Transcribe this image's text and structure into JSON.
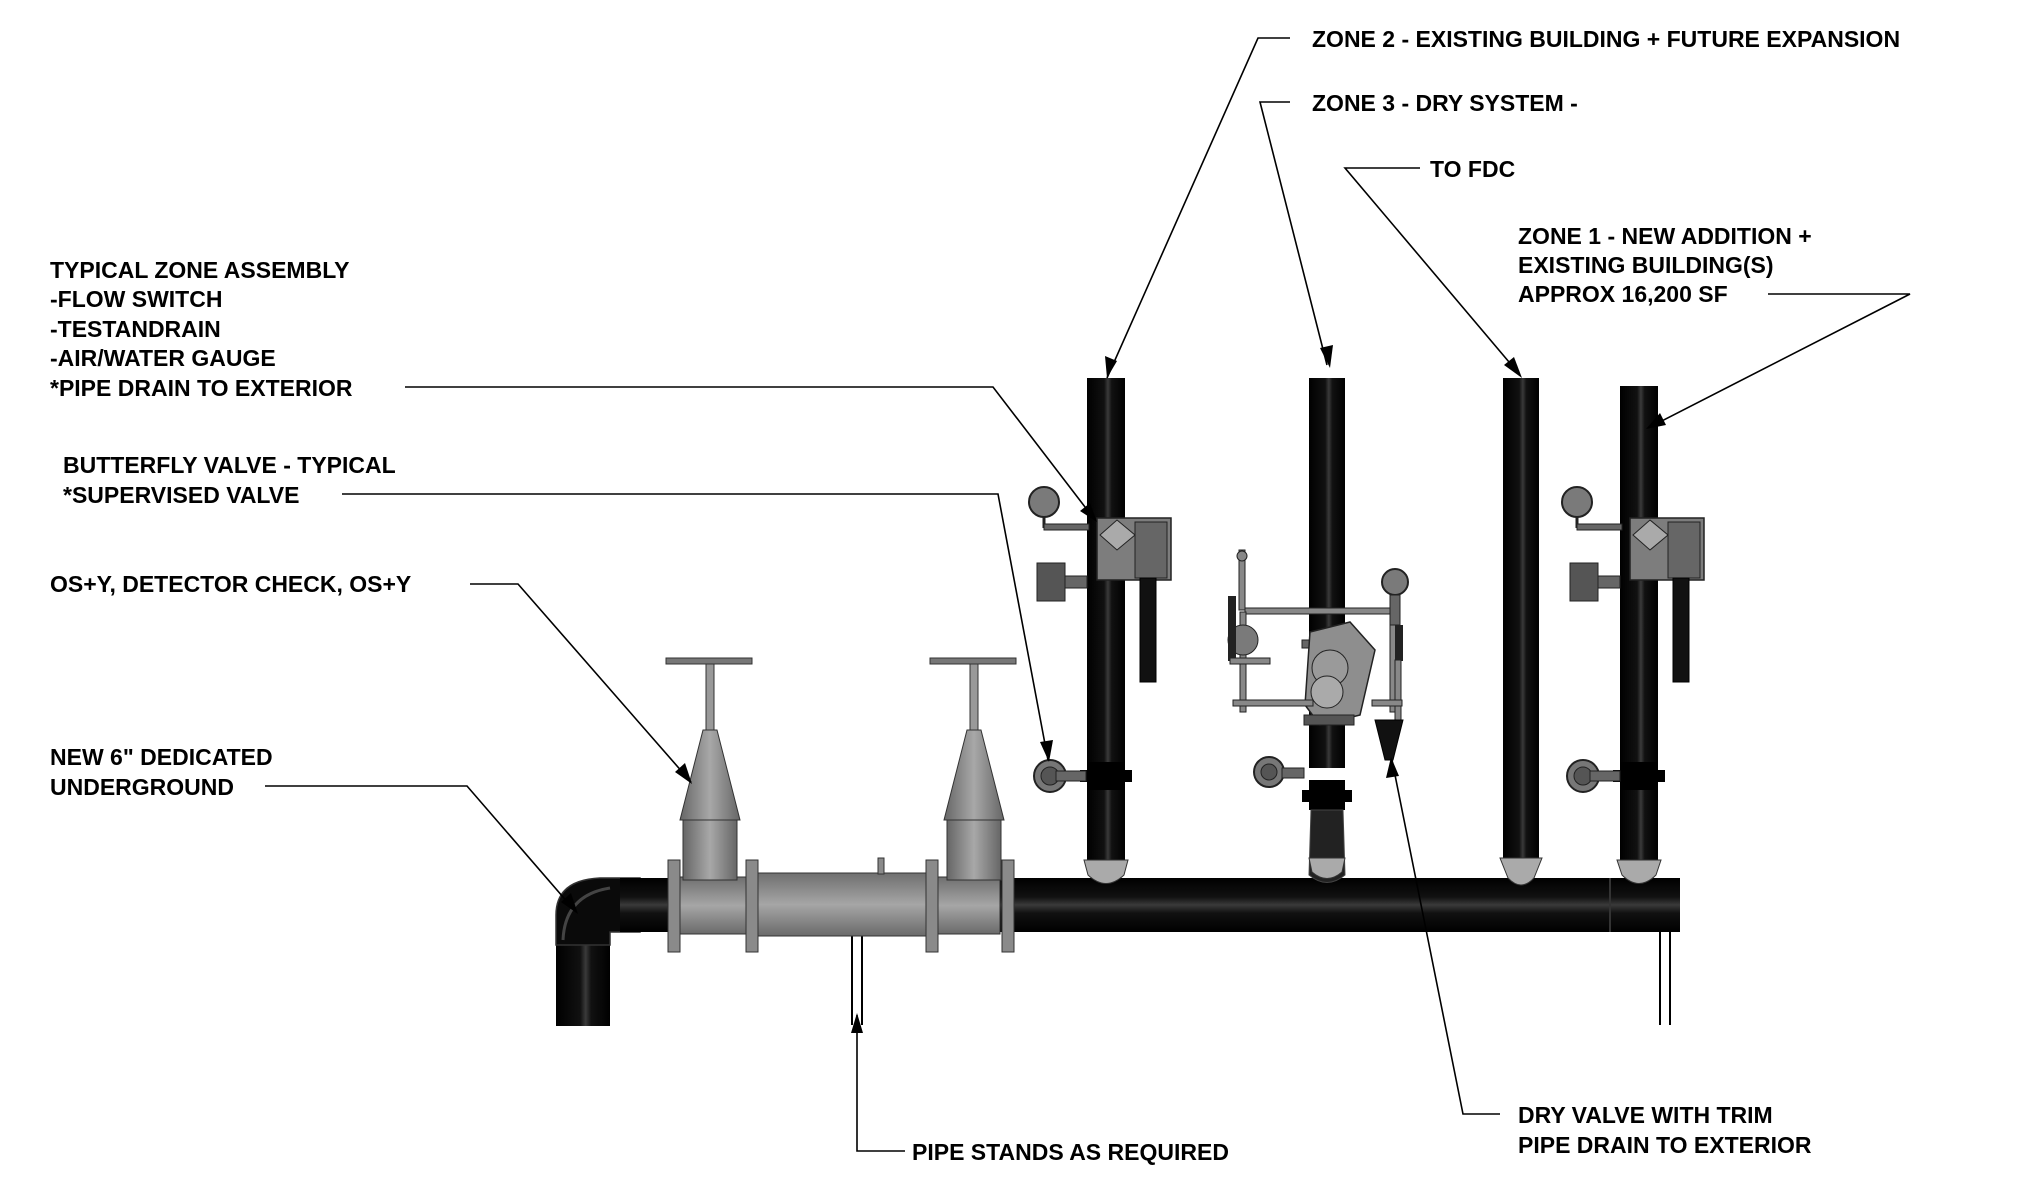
{
  "labels": {
    "zone2": "ZONE 2 - EXISTING BUILDING + FUTURE EXPANSION",
    "zone3": "ZONE 3 - DRY SYSTEM -",
    "to_fdc": "TO FDC",
    "zone1": [
      "ZONE 1 - NEW ADDITION +",
      "EXISTING BUILDING(S)",
      "APPROX 16,200 SF"
    ],
    "typical_zone_assembly": [
      "TYPICAL ZONE ASSEMBLY",
      "-FLOW SWITCH",
      "-TESTANDRAIN",
      "-AIR/WATER GAUGE",
      "*PIPE DRAIN TO EXTERIOR"
    ],
    "butterfly_valve": [
      "BUTTERFLY VALVE - TYPICAL",
      "*SUPERVISED VALVE"
    ],
    "osy_detector": "OS+Y, DETECTOR CHECK, OS+Y",
    "new_underground": [
      "NEW 6\" DEDICATED",
      "UNDERGROUND"
    ],
    "pipe_stands": "PIPE STANDS AS REQUIRED",
    "dry_valve": [
      "DRY VALVE WITH TRIM",
      "PIPE DRAIN TO EXTERIOR"
    ]
  },
  "colors": {
    "pipe_black": "#0d0d0d",
    "valve_gray": "#8c8c8c",
    "valve_dark": "#555555",
    "leader": "#000000"
  }
}
